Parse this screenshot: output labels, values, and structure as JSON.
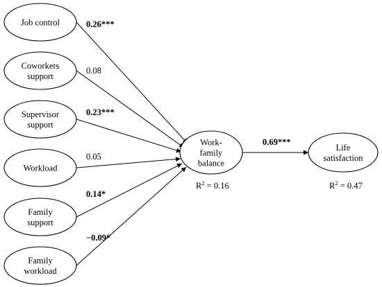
{
  "nodes": {
    "job_control": {
      "label": [
        "Job control"
      ]
    },
    "coworkers_support": {
      "label": [
        "Coworkers",
        "support"
      ]
    },
    "supervisor_support": {
      "label": [
        "Supervisor",
        "support"
      ]
    },
    "workload": {
      "label": [
        "Workload"
      ]
    },
    "family_support": {
      "label": [
        "Family",
        "support"
      ]
    },
    "family_workload": {
      "label": [
        "Family",
        "workload"
      ]
    },
    "work_family_balance": {
      "label": [
        "Work-",
        "family",
        "balance"
      ],
      "r2": "0.16"
    },
    "life_satisfaction": {
      "label": [
        "Life",
        "satisfaction"
      ],
      "r2": "0.47"
    }
  },
  "paths": [
    {
      "from": "job_control",
      "to": "work_family_balance",
      "coef": "0.26***",
      "bold": true
    },
    {
      "from": "coworkers_support",
      "to": "work_family_balance",
      "coef": "0.08",
      "bold": false
    },
    {
      "from": "supervisor_support",
      "to": "work_family_balance",
      "coef": "0.23***",
      "bold": true
    },
    {
      "from": "workload",
      "to": "work_family_balance",
      "coef": "0.05",
      "bold": false
    },
    {
      "from": "family_support",
      "to": "work_family_balance",
      "coef": "0.14*",
      "bold": true
    },
    {
      "from": "family_workload",
      "to": "work_family_balance",
      "coef": "−0.09*",
      "bold": true
    },
    {
      "from": "work_family_balance",
      "to": "life_satisfaction",
      "coef": "0.69***",
      "bold": true
    }
  ],
  "r2_prefix": "R",
  "r2_sup": "2",
  "r2_eq": " = "
}
